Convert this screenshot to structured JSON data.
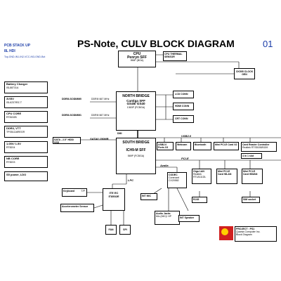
{
  "header": {
    "title": "PS-Note, CULV BLOCK DIAGRAM",
    "page_number": "01",
    "pcb_stack_up": "PCB STACK UP",
    "layers": "8L HDI",
    "layer_stack": "Top-GND-IN1-IN2-VCC-IN3-GND-Bot"
  },
  "power": [
    {
      "name": "Battery Charger",
      "part": "ISL88731A"
    },
    {
      "name": "3V/5V",
      "part": "ISL6237IRZ-T"
    },
    {
      "name": "CPU CORE",
      "part": "RT8152B"
    },
    {
      "name": "DDR3, VTT",
      "part": "TPS51116REGR"
    },
    {
      "name": "1.05V/ 1.5V",
      "part": "RT8204"
    },
    {
      "name": "NB CORE",
      "part": "RT8203"
    },
    {
      "name": "S5 power, LDO",
      "part": ""
    }
  ],
  "cpu": {
    "label": "CPU",
    "name": "Penryn SFF",
    "sub": "956P (BGA)"
  },
  "thermal": {
    "label": "CPU THERMAL SENSOR"
  },
  "clock": {
    "label": "CK505 CLOCK GEN"
  },
  "northbridge": {
    "label": "NORTH BRIDGE",
    "name": "Cantiga SFF",
    "sub": "GS45/ GS40",
    "pkg": "1363P (FCBGA)"
  },
  "southbridge": {
    "label": "SOUTH BRIDGE",
    "name": "ICH9-M SFF",
    "pkg": "569P (FCBGA)"
  },
  "dimms": [
    {
      "label": "DDRIII-SODIMM0",
      "speed": "DDRIII 667 MHz"
    },
    {
      "label": "DDRIII-SODIMM1",
      "speed": "DDRIII 667 MHz"
    }
  ],
  "displays": [
    {
      "label": "LCD CONN"
    },
    {
      "label": "HDMI CONN"
    },
    {
      "label": "CRT CONN"
    }
  ],
  "dmi": "DMI",
  "sata": {
    "label": "SATA - 2.5\" HDD/ SSD",
    "bus": "SATA0 150MB"
  },
  "usb_bus": "USB2.0",
  "pcie_bus": "PCI-E",
  "azalia_bus": "Azalia",
  "lpc_bus": "LPC",
  "usb_devices": [
    {
      "label": "USB2.0 Ports X3"
    },
    {
      "label": "Webcam"
    },
    {
      "label": "Bluetooth"
    },
    {
      "label": "Mini PCI-E Card X2"
    },
    {
      "label": "Card Reader Controller",
      "part": "Realtek RTS5158/5159"
    }
  ],
  "pcie_devices": [
    {
      "label": "Giga LAN",
      "part": "Realtek RTL8111DL"
    },
    {
      "label": "Mini PCI-E Card WLAN"
    },
    {
      "label": "Mini PCI-E Card WWAN"
    }
  ],
  "codec": {
    "label": "CODEC",
    "part": "Conexant CX20582"
  },
  "audio_jacks": {
    "label": "Audio Jacks",
    "sub": "Mic (MIC)/ HP"
  },
  "int_spk": {
    "label": "INT Speaker"
  },
  "int_mic": {
    "label": "INT MIC"
  },
  "rj45": {
    "label": "RJ45"
  },
  "sim": {
    "label": "SIM socket"
  },
  "cardslot": {
    "label": "4 in 1 slot"
  },
  "ec": {
    "name": "ITE EC",
    "part": "IT8502E"
  },
  "keyboard": {
    "label": "Keyboard",
    "sub": "T/P"
  },
  "accel": {
    "label": "Accelerometer Sensor"
  },
  "fan": {
    "label": "FAN"
  },
  "spi": {
    "label": "SPI"
  },
  "footer": {
    "project": "PROJECT : PS1",
    "company": "Quanta Computer Inc.",
    "doc": "Block Diagram"
  }
}
